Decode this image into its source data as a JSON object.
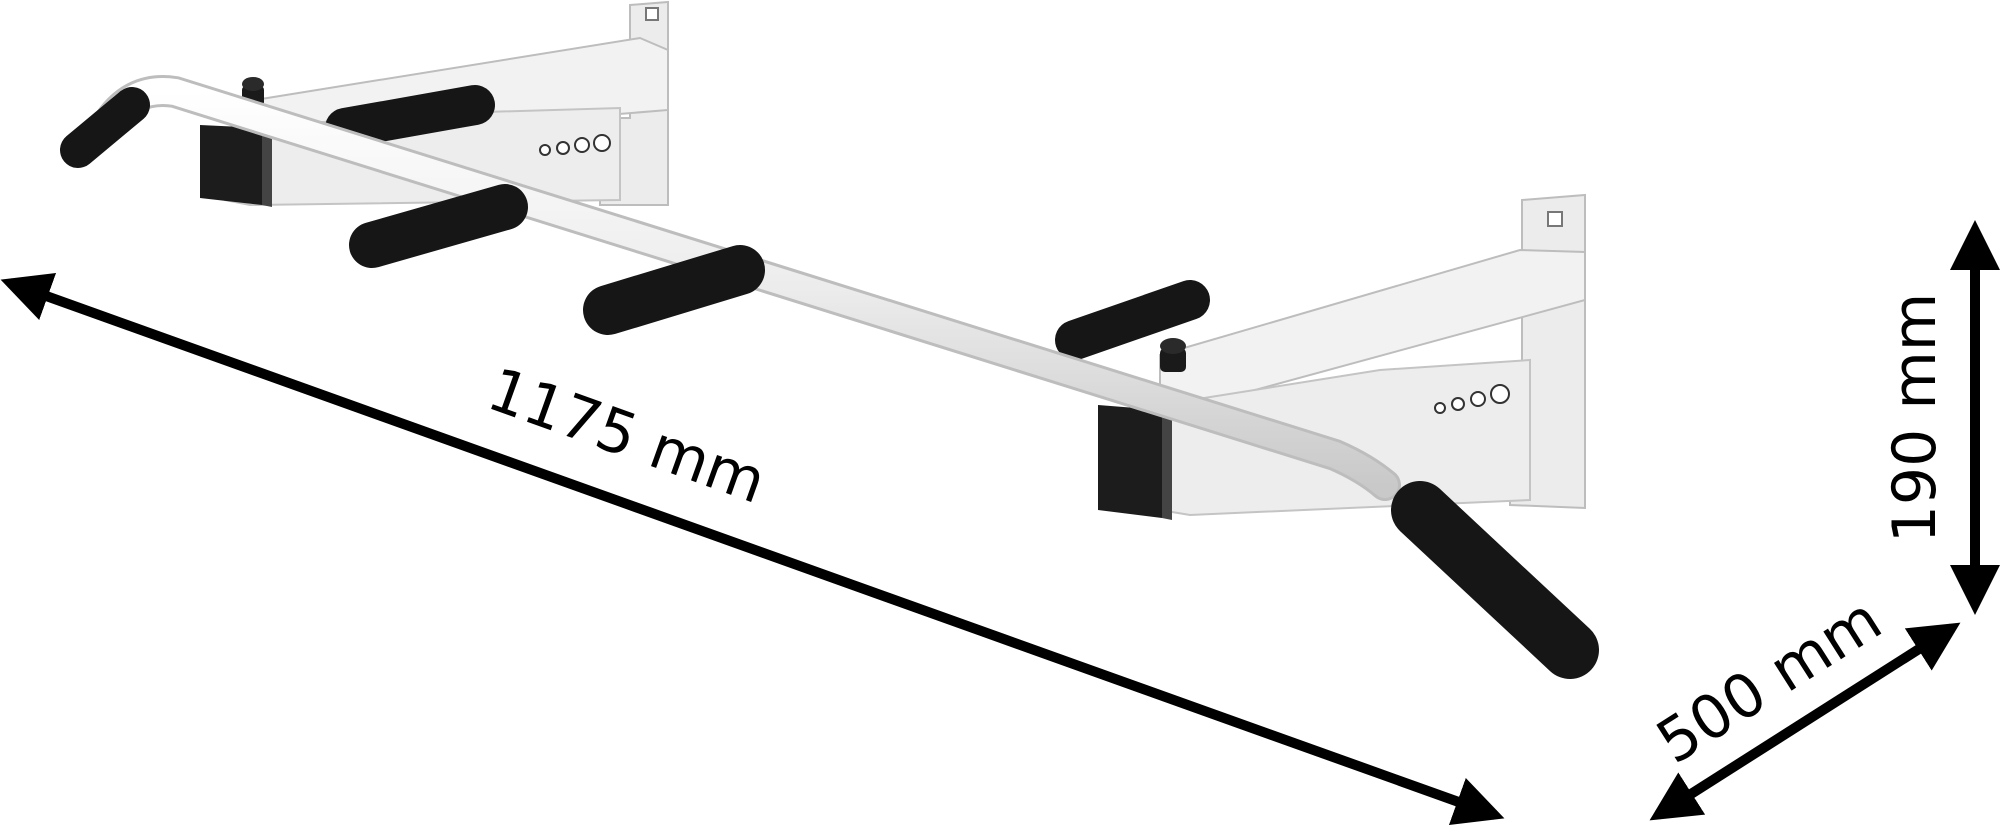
{
  "dimensions": {
    "length": "1175 mm",
    "depth": "500 mm",
    "height": "190 mm"
  },
  "colors": {
    "frame": "#eeeeee",
    "frame_shadow": "#d2d2d2",
    "grip": "#1a1a1a",
    "arrow": "#000000"
  }
}
